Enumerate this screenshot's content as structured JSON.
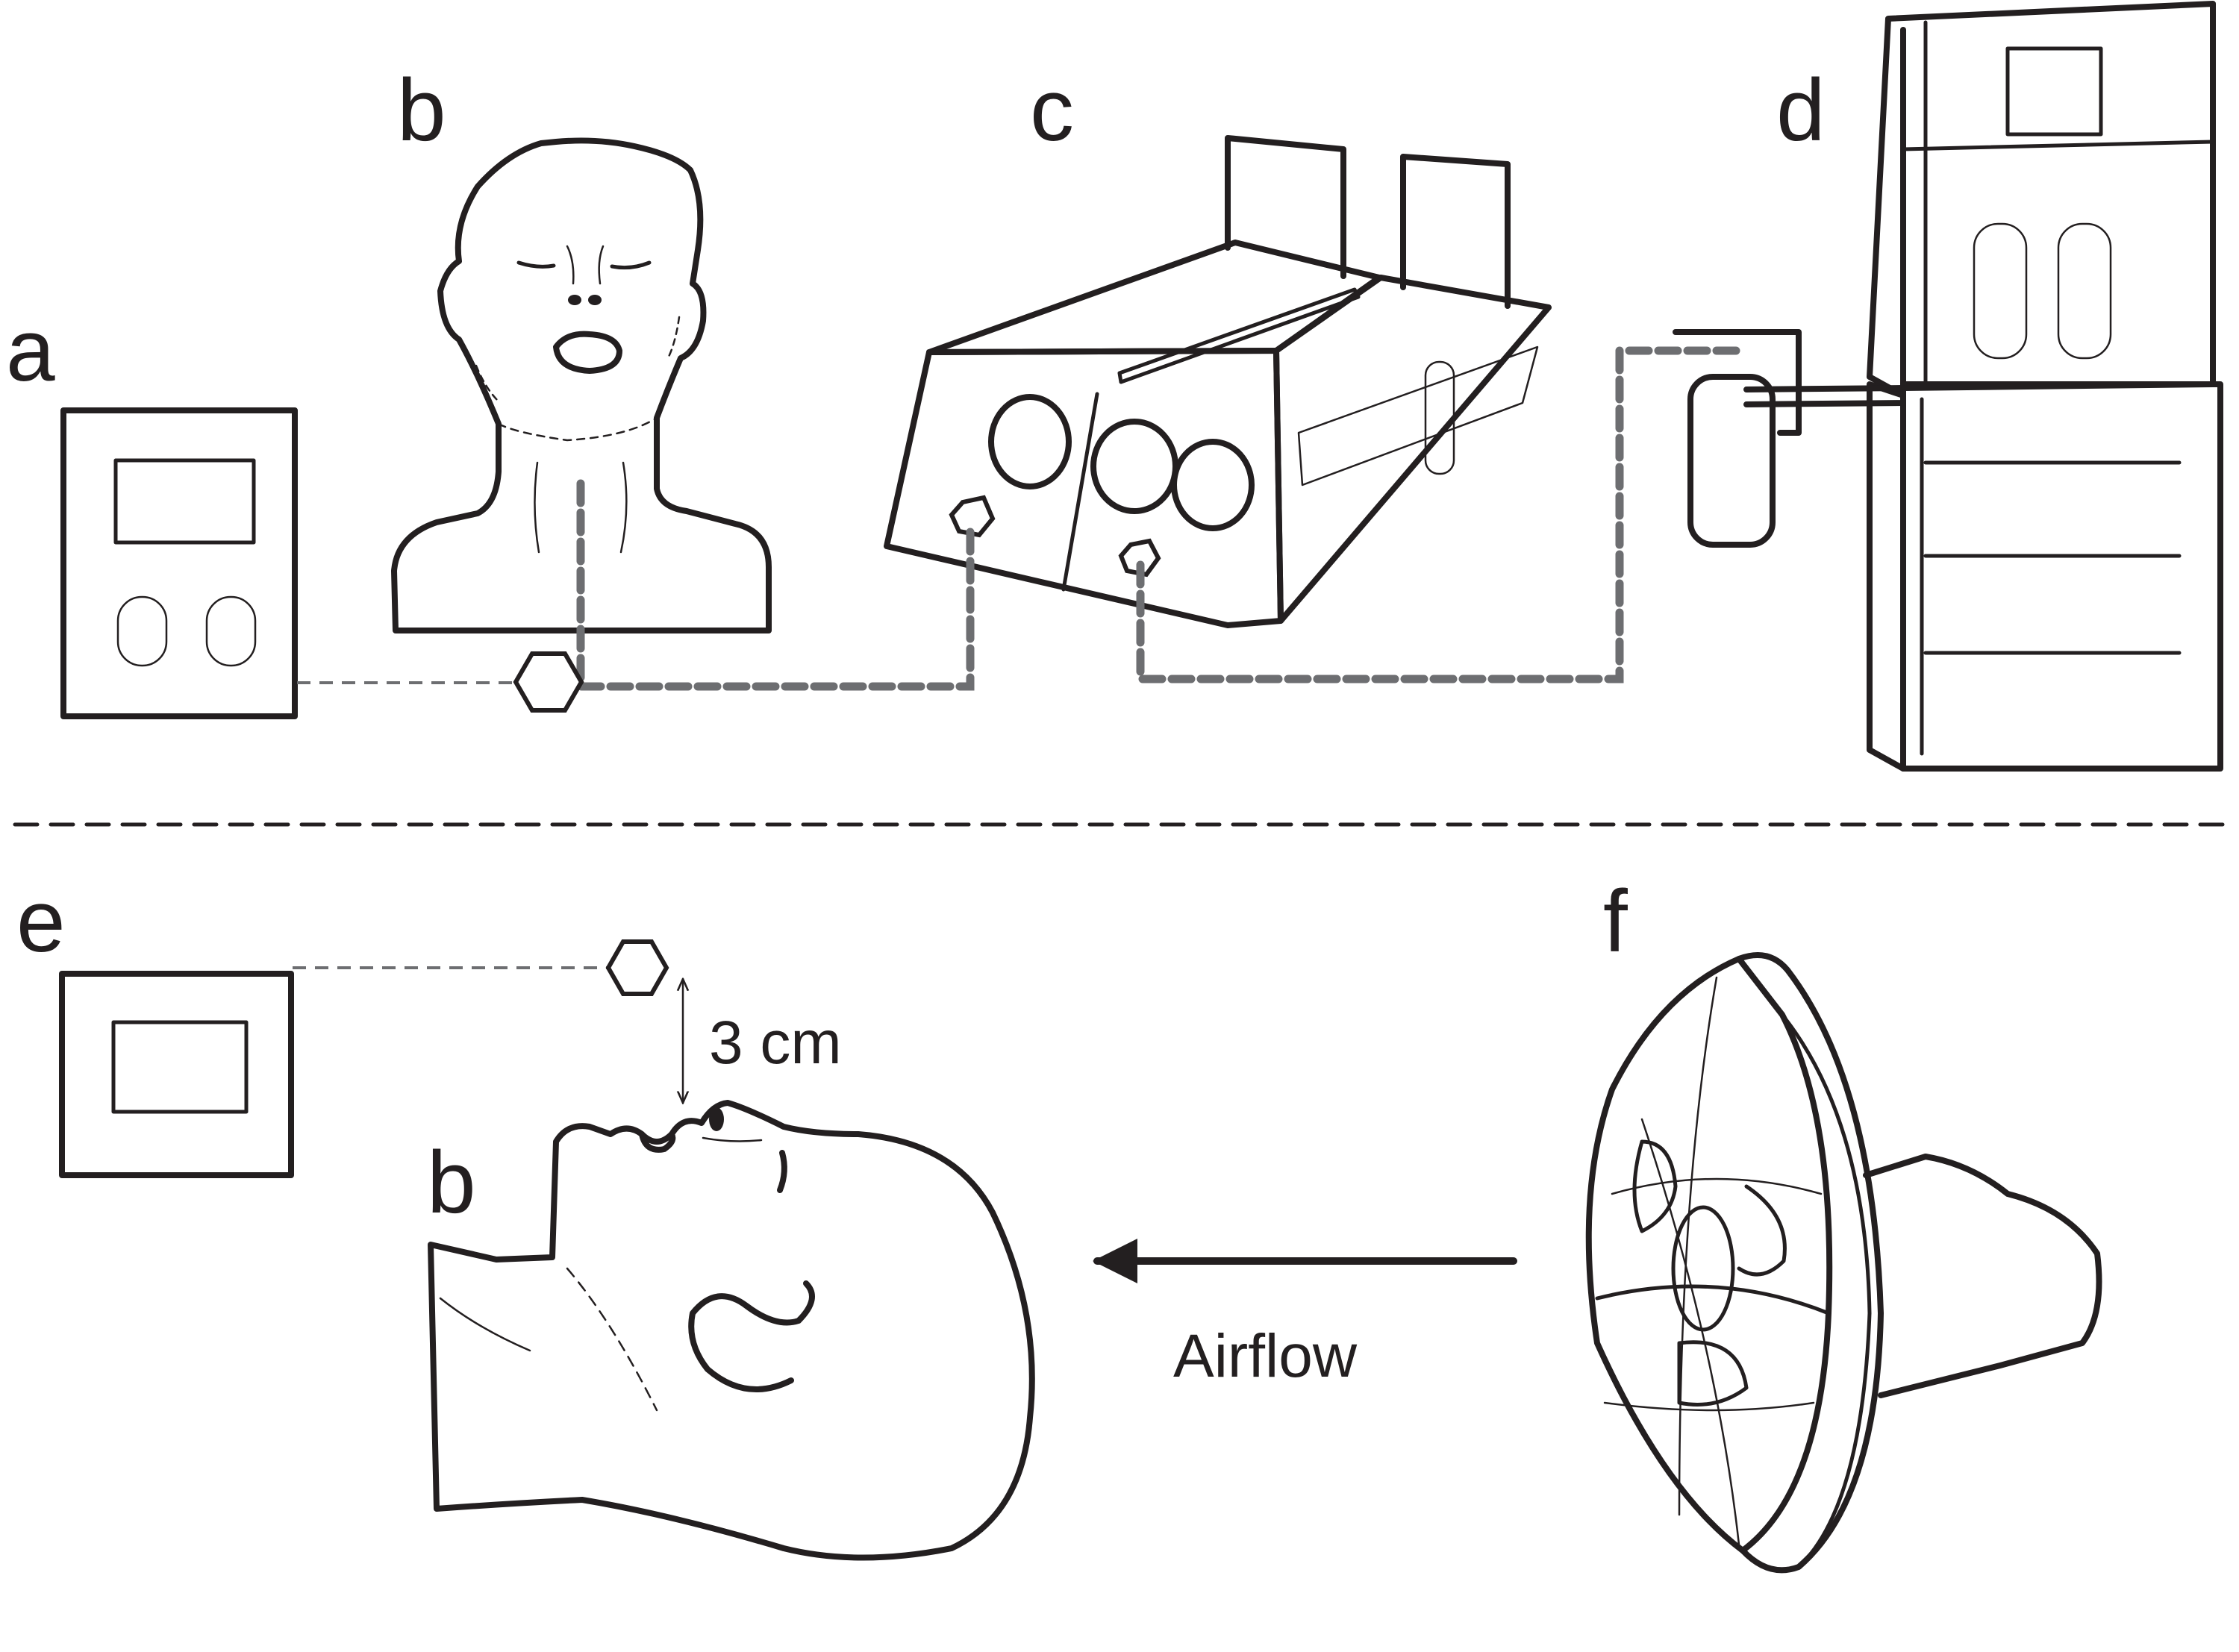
{
  "panels": {
    "a": "a",
    "b_top": "b",
    "c": "c",
    "d": "d",
    "e": "e",
    "b_bottom": "b",
    "f": "f"
  },
  "annotations": {
    "distance": "3 cm",
    "airflow": "Airflow"
  },
  "colors": {
    "ink": "#231f20",
    "tube": "#6d6e71",
    "background": "#ffffff"
  }
}
